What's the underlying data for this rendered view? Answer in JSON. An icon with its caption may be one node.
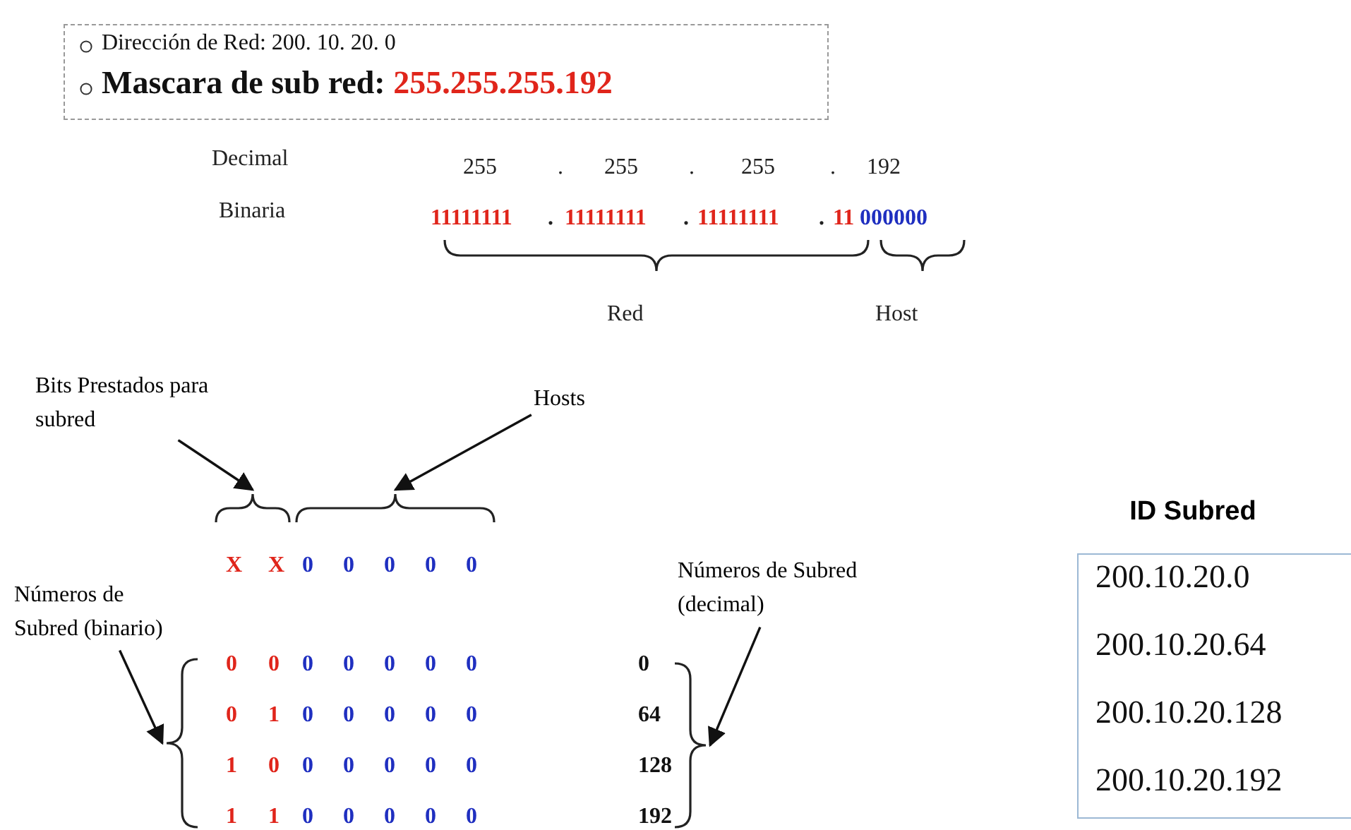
{
  "diagram": {
    "nodes": [
      {
        "text": [
          "Dirección de Red: 200. 10. 20. 0",
          "Mascara de sub red:",
          "255.255.255.192"
        ]
      },
      {
        "text": [
          "Bits Prestados para subred"
        ]
      },
      {
        "text": [
          "Hosts"
        ]
      },
      {
        "text": [],
        "shape": "brace"
      },
      {
        "text": [],
        "shape": "brace"
      },
      {
        "text": [
          "Números de Subred (binario)"
        ]
      },
      {
        "text": [
          "Números de Subred (decimal)"
        ]
      },
      {
        "text": [],
        "shape": "brace"
      },
      {
        "text": [],
        "shape": "brace"
      },
      {
        "text": [
          "ID Subred",
          "200.10.20.0",
          "200.10.20.64",
          "200.10.20.128",
          "200.10.20.192"
        ]
      }
    ],
    "edges": [
      {
        "from": 1,
        "to": 3,
        "arrow": "to"
      },
      {
        "from": 2,
        "to": 4,
        "arrow": "to"
      },
      {
        "from": 5,
        "to": 7,
        "arrow": "to"
      },
      {
        "from": 6,
        "to": 8,
        "arrow": "to"
      }
    ],
    "labels": [
      "Decimal",
      "255",
      ".",
      "255",
      ".",
      "255",
      ".",
      "192",
      "Binaria",
      "11111111",
      ".",
      "11111111",
      ".",
      "11111111",
      ".",
      "11",
      "000000",
      "Red",
      "Host",
      "X",
      "X",
      "0",
      "0",
      "0",
      "0",
      "0",
      "0",
      "0",
      "0",
      "0",
      "0",
      "0",
      "0",
      "0",
      "0",
      "1",
      "0",
      "0",
      "0",
      "0",
      "0",
      "64",
      "1",
      "0",
      "0",
      "0",
      "0",
      "0",
      "0",
      "128",
      "1",
      "1",
      "0",
      "0",
      "0",
      "0",
      "0",
      "192"
    ]
  }
}
